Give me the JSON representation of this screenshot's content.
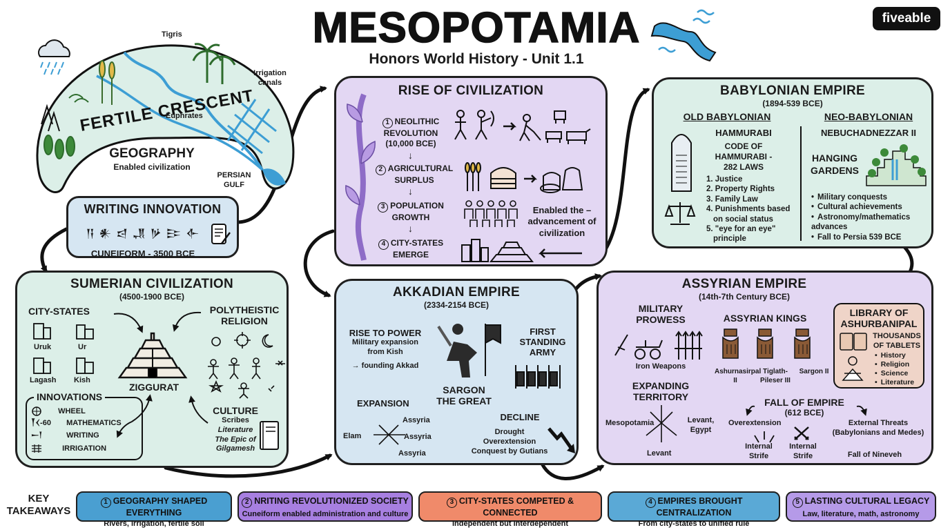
{
  "header": {
    "title": "MESOPOTAMIA",
    "subtitle": "Honors World History - Unit 1.1",
    "brand": "fiveable"
  },
  "colors": {
    "green_panel": "#dcefe8",
    "purple_panel": "#e3d7f3",
    "blue_panel": "#d6e6f2",
    "pill_blue": "#4a9fd1",
    "pill_purple": "#a77fe0",
    "pill_orange": "#f08a6a",
    "pill_teal": "#5aa9d6",
    "pill_violet": "#b59ae8"
  },
  "geography": {
    "curved_title": "FERTILE CRESCENT",
    "title": "GEOGRAPHY",
    "subtitle": "Enabled civilization",
    "tigris": "Tigris",
    "euphrates": "Euphrates",
    "irrigation": "Irrigation canals",
    "gulf_1": "PERSIAN",
    "gulf_2": "GULF"
  },
  "writing": {
    "title": "WRITING INNOVATION",
    "glyphs": "𒀀 𒀭 𒁀 𒂗 𒃻 𒄿 𒅆",
    "caption": "CUNEIFORM - 3500 BCE"
  },
  "rise": {
    "title": "RISE OF CIVILIZATION",
    "steps": [
      {
        "num": "1",
        "label_1": "NEOLITHIC",
        "label_2": "REVOLUTION",
        "label_3": "(10,000 BCE)"
      },
      {
        "num": "2",
        "label_1": "AGRICULTURAL",
        "label_2": "SURPLUS"
      },
      {
        "num": "3",
        "label_1": "POPULATION",
        "label_2": "GROWTH"
      },
      {
        "num": "4",
        "label_1": "CITY-STATES",
        "label_2": "EMERGE"
      }
    ],
    "note_1": "Enabled the –",
    "note_2": "advancement of",
    "note_3": "civilization"
  },
  "babylon": {
    "title": "BABYLONIAN EMPIRE",
    "dates": "(1894-539 BCE)",
    "old": {
      "heading": "OLD BABYLONIAN",
      "ruler": "HAMMURABI",
      "code_1": "CODE OF",
      "code_2": "HAMMURABI -",
      "code_3": "282 LAWS",
      "laws": [
        "1. Justice",
        "2. Property Rights",
        "3. Family Law",
        "4. Punishments based",
        "on social status",
        "5. \"eye for an eye\"",
        "principle"
      ]
    },
    "neo": {
      "heading": "NEO-BABYLONIAN",
      "ruler": "NEBUCHADNEZZAR II",
      "gardens_1": "HANGING",
      "gardens_2": "GARDENS",
      "points": [
        "Military conquests",
        "Cultural achievements",
        "Astronomy/mathematics advances",
        "Fall to Persia 539 BCE"
      ]
    }
  },
  "sumer": {
    "title": "SUMERIAN CIVILIZATION",
    "dates": "(4500-1900 BCE)",
    "city_states": "CITY-STATES",
    "cities": [
      "Uruk",
      "Ur",
      "Lagash",
      "Kish"
    ],
    "ziggurat": "ZIGGURAT",
    "religion_1": "POLYTHEISTIC",
    "religion_2": "RELIGION",
    "innovations_title": "INNOVATIONS",
    "innovations": [
      {
        "glyph": "",
        "label": "WHEEL"
      },
      {
        "glyph": "𒐕𒌋-60",
        "label": "MATHEMATICS"
      },
      {
        "glyph": "𒀸𒁹",
        "label": "WRITING"
      },
      {
        "glyph": "",
        "label": "IRRIGATION"
      }
    ],
    "culture_title": "CULTURE",
    "culture_1": "Scribes",
    "culture_2": "Literature",
    "culture_3": "The Epic of",
    "culture_4": "Gilgamesh"
  },
  "akkad": {
    "title": "AKKADIAN EMPIRE",
    "dates": "(2334-2154 BCE)",
    "rise_title": "RISE TO POWER",
    "rise_1": "Military expansion",
    "rise_2": "from Kish",
    "rise_3": "founding Akkad",
    "army_1": "FIRST",
    "army_2": "STANDING",
    "army_3": "ARMY",
    "sargon_1": "SARGON",
    "sargon_2": "THE GREAT",
    "expansion_title": "EXPANSION",
    "exp_1": "Assyria",
    "exp_2": "Elam",
    "exp_3": "Assyria",
    "exp_4": "Assyria",
    "decline_title": "DECLINE",
    "decline_1": "Drought",
    "decline_2": "Overextension",
    "decline_3": "Conquest by Gutians"
  },
  "assyria": {
    "title": "ASSYRIAN EMPIRE",
    "dates": "(14th-7th Century BCE)",
    "military_1": "MILITARY",
    "military_2": "PROWESS",
    "iron": "Iron Weapons",
    "kings_title": "ASSYRIAN KINGS",
    "kings": [
      "Ashurnasirpal II",
      "Tiglath-Pileser III",
      "Sargon II"
    ],
    "library_1": "LIBRARY OF",
    "library_2": "ASHURBANIPAL",
    "tablets_1": "THOUSANDS",
    "tablets_2": "OF TABLETS",
    "tablet_topics": [
      "History",
      "Religion",
      "Science",
      "Literature"
    ],
    "territory_1": "EXPANDING",
    "territory_2": "TERRITORY",
    "ter_center": "Mesopotamia",
    "ter_east": "Levant,",
    "ter_east_2": "Egypt",
    "ter_south": "Levant",
    "fall_title": "FALL OF EMPIRE",
    "fall_date": "(612 BCE)",
    "over": "Overextension",
    "internal_a": "Internal",
    "internal_a2": "Strife",
    "internal_b": "Internal",
    "internal_b2": "Strife",
    "external_1": "External Threats",
    "external_2": "(Babylonians and Medes)",
    "nineveh": "Fall of Nineveh"
  },
  "takeaways": {
    "label_1": "KEY",
    "label_2": "TAKEAWAYS",
    "items": [
      {
        "num": "1",
        "title": "GEOGRAPHY SHAPED EVERYTHING",
        "sub": "Rivers, irrigation, fertile soil"
      },
      {
        "num": "2",
        "title": "NRITING REVOLUTIONIZED SOCIETY",
        "sub": "Cuneiform enabled administration and culture"
      },
      {
        "num": "3",
        "title": "CITY-STATES COMPETED & CONNECTED",
        "sub": "Independent but interdependent"
      },
      {
        "num": "4",
        "title": "EMPIRES BROUGHT CENTRALIZATION",
        "sub": "From city-states to unified rule"
      },
      {
        "num": "5",
        "title": "LASTING CULTURAL LEGACY",
        "sub": "Law, literature, math, astronomy"
      }
    ]
  }
}
